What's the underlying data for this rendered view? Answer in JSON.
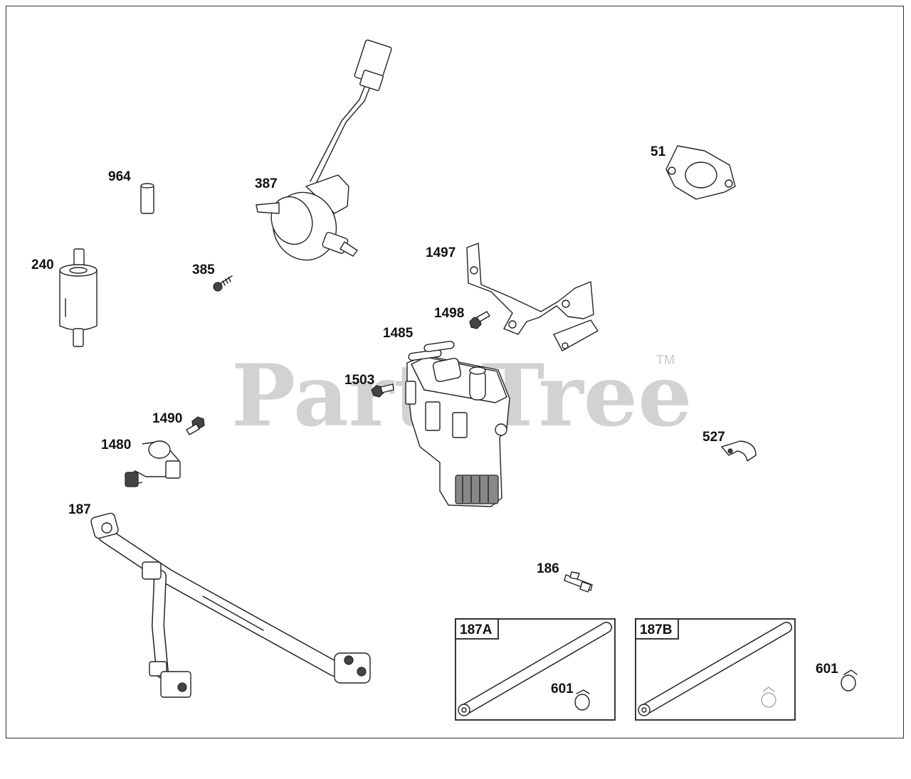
{
  "watermark": {
    "brand": "PartsTree",
    "trademark": "TM"
  },
  "callouts": {
    "c964": "964",
    "c387": "387",
    "c51": "51",
    "c240": "240",
    "c385": "385",
    "c1497": "1497",
    "c1498": "1498",
    "c1485": "1485",
    "c1503": "1503",
    "c1490": "1490",
    "c1480": "1480",
    "c527": "527",
    "c187": "187",
    "c186": "186",
    "c601a": "601",
    "c601b": "601"
  },
  "kits": {
    "a": {
      "label": "187A"
    },
    "b": {
      "label": "187B"
    }
  }
}
